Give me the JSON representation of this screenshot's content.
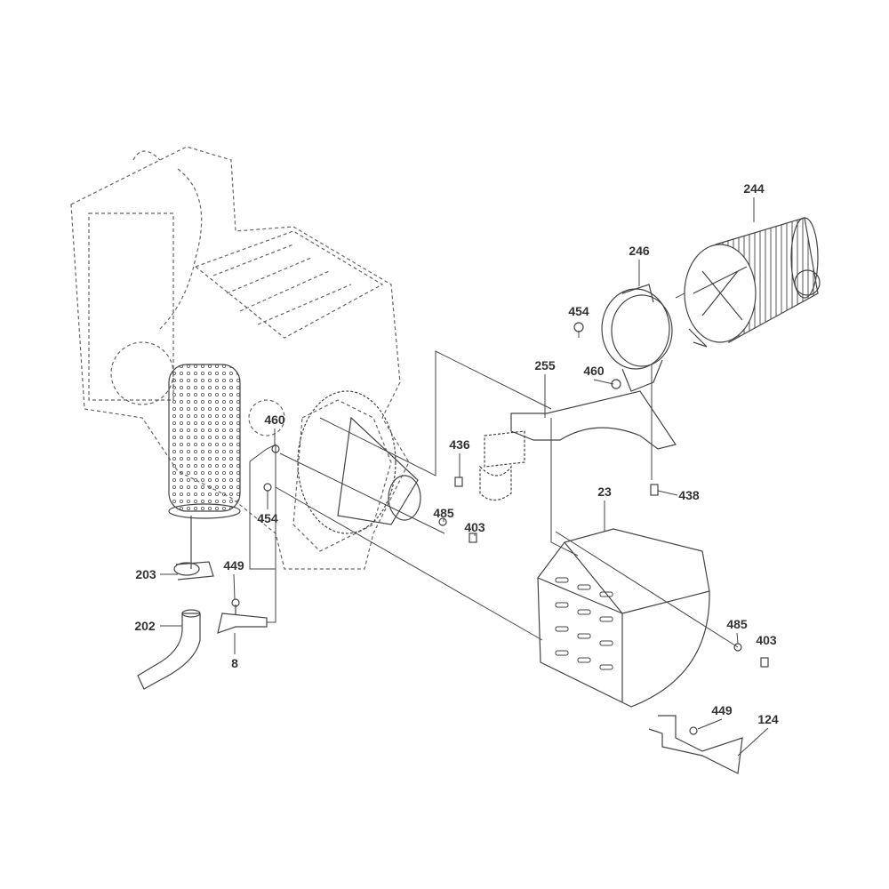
{
  "diagram": {
    "type": "exploded parts diagram",
    "callouts": [
      {
        "id": "c244",
        "text": "244"
      },
      {
        "id": "c246",
        "text": "246"
      },
      {
        "id": "c454a",
        "text": "454"
      },
      {
        "id": "c255",
        "text": "255"
      },
      {
        "id": "c460a",
        "text": "460"
      },
      {
        "id": "c460b",
        "text": "460"
      },
      {
        "id": "c436",
        "text": "436"
      },
      {
        "id": "c438",
        "text": "438"
      },
      {
        "id": "c23",
        "text": "23"
      },
      {
        "id": "c454b",
        "text": "454"
      },
      {
        "id": "c485a",
        "text": "485"
      },
      {
        "id": "c403a",
        "text": "403"
      },
      {
        "id": "c203",
        "text": "203"
      },
      {
        "id": "c449a",
        "text": "449"
      },
      {
        "id": "c202",
        "text": "202"
      },
      {
        "id": "c8",
        "text": "8"
      },
      {
        "id": "c485b",
        "text": "485"
      },
      {
        "id": "c403b",
        "text": "403"
      },
      {
        "id": "c449b",
        "text": "449"
      },
      {
        "id": "c124",
        "text": "124"
      }
    ],
    "colors": {
      "line": "#444444",
      "text": "#333333",
      "background": "#ffffff"
    }
  }
}
